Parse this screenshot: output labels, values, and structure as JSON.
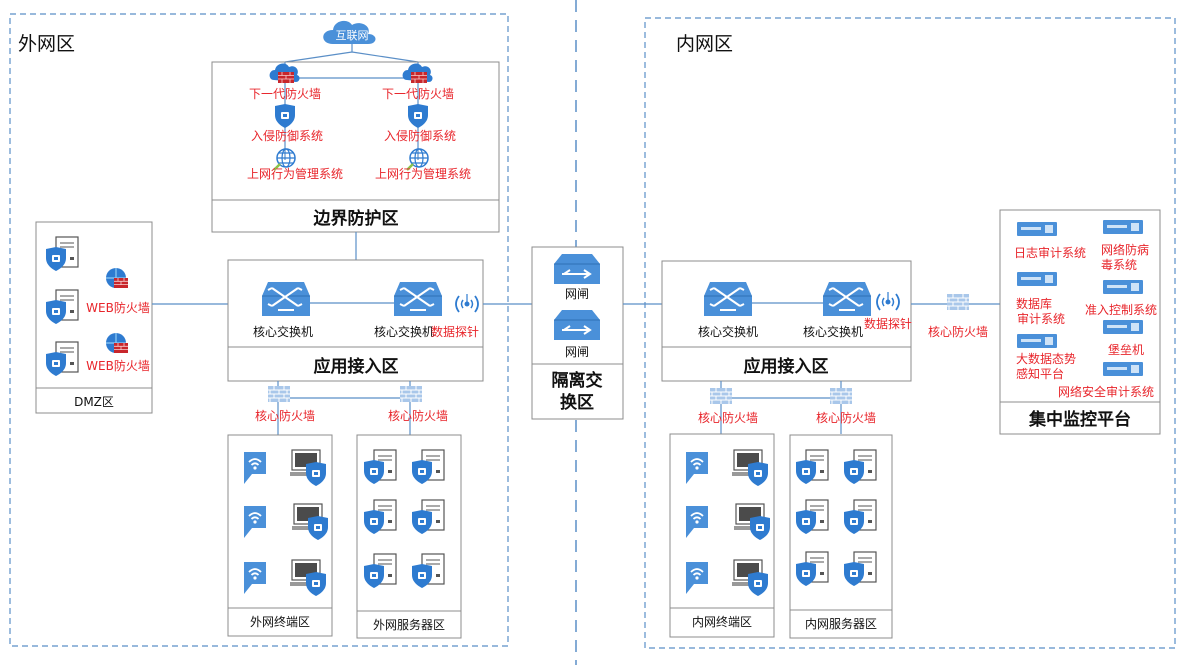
{
  "zones": {
    "external": "外网区",
    "internal": "内网区"
  },
  "internet": "互联网",
  "boundary": {
    "title": "边界防护区",
    "ngfw": [
      "下一代防火墙",
      "下一代防火墙"
    ],
    "ips": [
      "入侵防御系统",
      "入侵防御系统"
    ],
    "behavior": [
      "上网行为管理系统",
      "上网行为管理系统"
    ]
  },
  "dmz": {
    "title": "DMZ区",
    "waf": [
      "WEB防火墙",
      "WEB防火墙"
    ]
  },
  "ext_access": {
    "title": "应用接入区",
    "switches": [
      "核心交换机",
      "核心交换机"
    ],
    "probe": "数据探针"
  },
  "int_access": {
    "title": "应用接入区",
    "switches": [
      "核心交换机",
      "核心交换机"
    ],
    "probe": "数据探针"
  },
  "isolation": {
    "title_line1": "隔离交",
    "title_line2": "换区",
    "gateways": [
      "网闸",
      "网闸"
    ]
  },
  "firewalls": {
    "ext_terminal": "核心防火墙",
    "ext_server": "核心防火墙",
    "int_terminal": "核心防火墙",
    "int_server": "核心防火墙",
    "monitor": "核心防火墙"
  },
  "ext_terminal_title": "外网终端区",
  "ext_server_title": "外网服务器区",
  "int_terminal_title": "内网终端区",
  "int_server_title": "内网服务器区",
  "monitor": {
    "title": "集中监控平台",
    "log_audit": "日志审计系统",
    "antivirus_l1": "网络防病",
    "antivirus_l2": "毒系统",
    "db_audit_l1": "数据库",
    "db_audit_l2": "审计系统",
    "nac": "准入控制系统",
    "bastion": "堡垒机",
    "situation_l1": "大数据态势",
    "situation_l2": "感知平台",
    "net_audit": "网络安全审计系统"
  },
  "colors": {
    "device_blue": "#4a90d9",
    "label_red": "#e8252b",
    "zone_dash": "#5b8fc7",
    "firewall_red": "#c8262c"
  }
}
